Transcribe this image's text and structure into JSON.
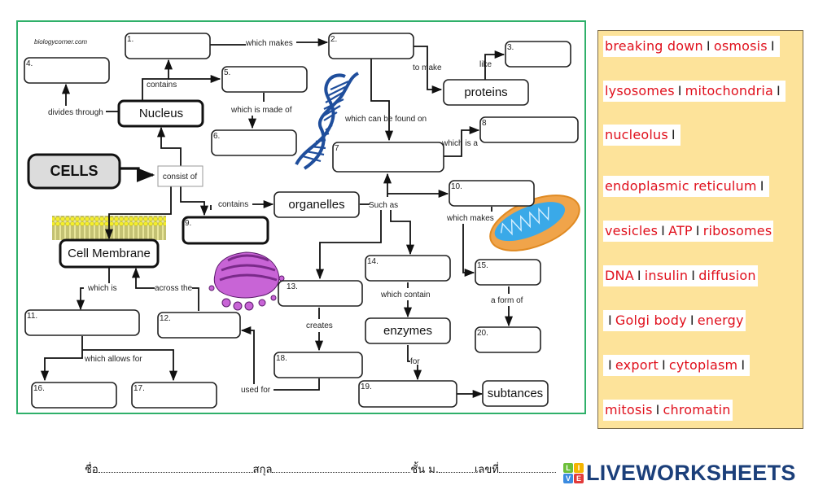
{
  "credit": "biologycorner.com",
  "concepts": {
    "cells": "CELLS",
    "consist_of": "consist of",
    "nucleus": "Nucleus",
    "cell_membrane": "Cell Membrane",
    "organelles": "organelles",
    "proteins": "proteins",
    "enzymes": "enzymes",
    "subtances": "subtances"
  },
  "links": {
    "which_makes_top": "which makes",
    "to_make": "to make",
    "like": "like",
    "contains_nucleus": "contains",
    "divides_through": "divides through",
    "which_is_made_of": "which is made of",
    "which_can_be_found_on": "which can be found on",
    "which_is_a": "which is a",
    "contains_organelles": "contains",
    "such_as": "Such as",
    "which_makes_mito": "which makes",
    "which_is": "which is",
    "across_the": "across the",
    "which_allows_for": "which allows for",
    "creates": "creates",
    "which_contain": "which contain",
    "a_form_of": "a form of",
    "for": "for",
    "used_for": "used for"
  },
  "blanks": [
    {
      "id": "1",
      "label": "1.",
      "value": ""
    },
    {
      "id": "2",
      "label": "2.",
      "value": ""
    },
    {
      "id": "3",
      "label": "3.",
      "value": ""
    },
    {
      "id": "4",
      "label": "4.",
      "value": ""
    },
    {
      "id": "5",
      "label": "5.",
      "value": ""
    },
    {
      "id": "6",
      "label": "6.",
      "value": ""
    },
    {
      "id": "7",
      "label": "7",
      "value": ""
    },
    {
      "id": "8",
      "label": "8",
      "value": ""
    },
    {
      "id": "9",
      "label": "9.",
      "value": ""
    },
    {
      "id": "10",
      "label": "10.",
      "value": ""
    },
    {
      "id": "11",
      "label": "11.",
      "value": ""
    },
    {
      "id": "12",
      "label": "12.",
      "value": ""
    },
    {
      "id": "13",
      "label": "13.",
      "value": ""
    },
    {
      "id": "14",
      "label": "14.",
      "value": ""
    },
    {
      "id": "15",
      "label": "15.",
      "value": ""
    },
    {
      "id": "16",
      "label": "16.",
      "value": ""
    },
    {
      "id": "17",
      "label": "17.",
      "value": ""
    },
    {
      "id": "18",
      "label": "18.",
      "value": ""
    },
    {
      "id": "19",
      "label": "19.",
      "value": ""
    },
    {
      "id": "20",
      "label": "20.",
      "value": ""
    }
  ],
  "images": {
    "dna": "dna-helix",
    "mitochondrion": "mitochondrion",
    "golgi": "golgi-body",
    "membrane": "phospholipid-bilayer"
  },
  "word_bank": {
    "separator": "I",
    "rows": [
      {
        "items": [
          "breaking  down",
          "osmosis"
        ],
        "lead_sep": false,
        "trail_sep": true
      },
      {
        "items": [
          "lysosomes",
          "mitochondria"
        ],
        "lead_sep": false,
        "trail_sep": true
      },
      {
        "items": [
          "nucleolus"
        ],
        "lead_sep": false,
        "trail_sep": true
      },
      {
        "items": [
          "endoplasmic reticulum"
        ],
        "lead_sep": false,
        "trail_sep": true
      },
      {
        "items": [
          "vesicles",
          "ATP",
          "ribosomes"
        ],
        "lead_sep": false,
        "trail_sep": false
      },
      {
        "items": [
          "DNA",
          "insulin",
          "diffusion"
        ],
        "lead_sep": false,
        "trail_sep": false
      },
      {
        "items": [
          "Golgi body",
          "energy"
        ],
        "lead_sep": true,
        "trail_sep": false
      },
      {
        "items": [
          "export",
          "cytoplasm"
        ],
        "lead_sep": true,
        "trail_sep": true
      },
      {
        "items": [
          "mitosis",
          "chromatin"
        ],
        "lead_sep": false,
        "trail_sep": false
      }
    ]
  },
  "footer": {
    "name_label": "ชื่อ",
    "surname_label": "สกุล",
    "class_label": "ชั้น ม.",
    "number_label": "เลขที่"
  },
  "brand": {
    "tiles": [
      "L",
      "I",
      "V",
      "E"
    ],
    "tile_colors": [
      "#6cbf3a",
      "#f4b400",
      "#3b8be0",
      "#e23a3a"
    ],
    "name": "LIVEWORKSHEETS"
  },
  "colors": {
    "frame": "#2fb06a",
    "word_bank_bg": "#fde39a",
    "word_text": "#e0101c",
    "brand_text": "#1b3f7a"
  }
}
